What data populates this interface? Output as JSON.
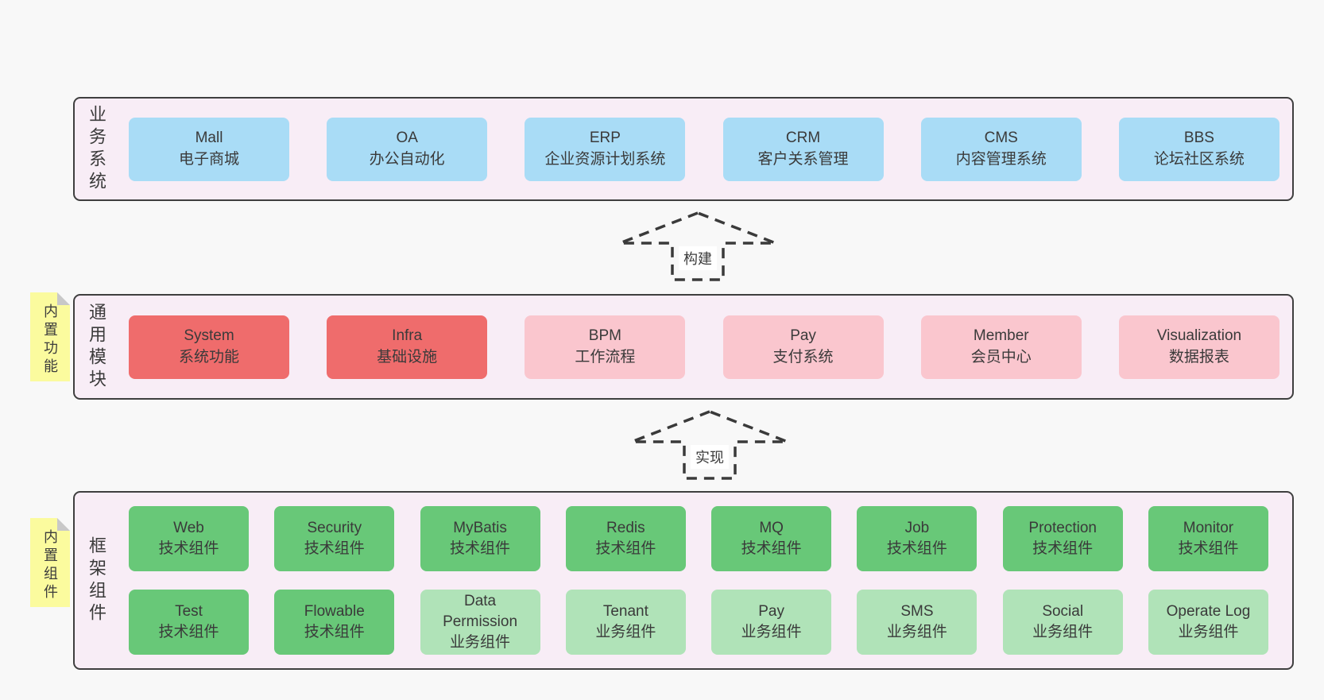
{
  "diagram": {
    "panels": [
      {
        "label": "业务系统",
        "boxes": [
          {
            "name": "Mall",
            "desc": "电子商城",
            "variant": "blue"
          },
          {
            "name": "OA",
            "desc": "办公自动化",
            "variant": "blue"
          },
          {
            "name": "ERP",
            "desc": "企业资源计划系统",
            "variant": "blue"
          },
          {
            "name": "CRM",
            "desc": "客户关系管理",
            "variant": "blue"
          },
          {
            "name": "CMS",
            "desc": "内容管理系统",
            "variant": "blue"
          },
          {
            "name": "BBS",
            "desc": "论坛社区系统",
            "variant": "blue"
          }
        ]
      },
      {
        "label": "通用模块",
        "boxes": [
          {
            "name": "System",
            "desc": "系统功能",
            "variant": "red"
          },
          {
            "name": "Infra",
            "desc": "基础设施",
            "variant": "red"
          },
          {
            "name": "BPM",
            "desc": "工作流程",
            "variant": "pink"
          },
          {
            "name": "Pay",
            "desc": "支付系统",
            "variant": "pink"
          },
          {
            "name": "Member",
            "desc": "会员中心",
            "variant": "pink"
          },
          {
            "name": "Visualization",
            "desc": "数据报表",
            "variant": "pink"
          }
        ]
      },
      {
        "label": "框架组件",
        "rows": [
          [
            {
              "name": "Web",
              "desc": "技术组件",
              "variant": "green"
            },
            {
              "name": "Security",
              "desc": "技术组件",
              "variant": "green"
            },
            {
              "name": "MyBatis",
              "desc": "技术组件",
              "variant": "green"
            },
            {
              "name": "Redis",
              "desc": "技术组件",
              "variant": "green"
            },
            {
              "name": "MQ",
              "desc": "技术组件",
              "variant": "green"
            },
            {
              "name": "Job",
              "desc": "技术组件",
              "variant": "green"
            },
            {
              "name": "Protection",
              "desc": "技术组件",
              "variant": "green"
            },
            {
              "name": "Monitor",
              "desc": "技术组件",
              "variant": "green"
            }
          ],
          [
            {
              "name": "Test",
              "desc": "技术组件",
              "variant": "green"
            },
            {
              "name": "Flowable",
              "desc": "技术组件",
              "variant": "green"
            },
            {
              "name": "Data Permission",
              "desc": "业务组件",
              "variant": "light_green"
            },
            {
              "name": "Tenant",
              "desc": "业务组件",
              "variant": "light_green"
            },
            {
              "name": "Pay",
              "desc": "业务组件",
              "variant": "light_green"
            },
            {
              "name": "SMS",
              "desc": "业务组件",
              "variant": "light_green"
            },
            {
              "name": "Social",
              "desc": "业务组件",
              "variant": "light_green"
            },
            {
              "name": "Operate Log",
              "desc": "业务组件",
              "variant": "light_green"
            }
          ]
        ]
      }
    ],
    "arrows": [
      {
        "label": "构建"
      },
      {
        "label": "实现"
      }
    ],
    "stickies": [
      {
        "label": "内置功能"
      },
      {
        "label": "内置组件"
      }
    ],
    "colors": {
      "page_bg": "#f8f8f8",
      "panel_bg": "#f8edf6",
      "panel_border": "#3f3f3f",
      "blue": "#a9dcf6",
      "red": "#ef6c6c",
      "pink": "#fac6ce",
      "green": "#68c878",
      "light_green": "#b0e3b8",
      "sticky_yellow": "#fbfb9e",
      "fold_gray": "#c8c8c8",
      "dash": "#3a3a3a",
      "text": "#3a3a3a"
    }
  }
}
